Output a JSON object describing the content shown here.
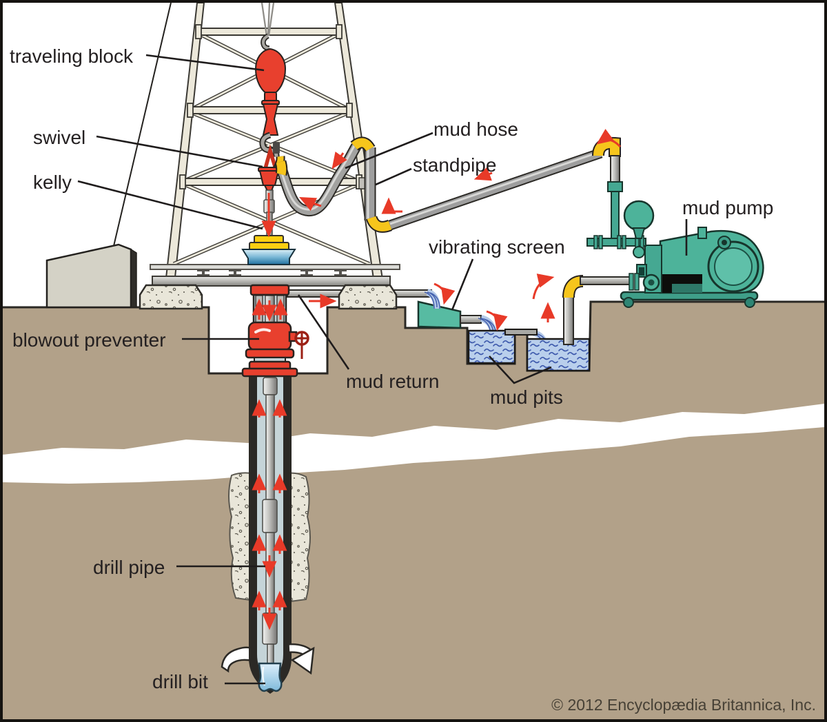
{
  "labels": {
    "traveling_block": "traveling block",
    "swivel": "swivel",
    "kelly": "kelly",
    "mud_hose": "mud hose",
    "standpipe": "standpipe",
    "mud_pump": "mud pump",
    "vibrating_screen": "vibrating screen",
    "blowout_preventer": "blowout preventer",
    "mud_return": "mud return",
    "mud_pits": "mud pits",
    "drill_pipe": "drill pipe",
    "drill_bit": "drill bit"
  },
  "credit": "© 2012 Encyclopædia Britannica, Inc.",
  "colors": {
    "equipment_red": "#e8402e",
    "fitting_yellow": "#f6c51c",
    "pump_teal": "#4db39a",
    "screen_teal": "#57bba2",
    "ground_tan": "#b2a189",
    "mud_water": "#b9cfec",
    "wave_blue": "#3d59ac",
    "annulus_blue_gray": "#c5d4d8",
    "derrick_cream": "#ece8da",
    "pipe_gray": "#9e9e9e",
    "ink": "#242021"
  }
}
